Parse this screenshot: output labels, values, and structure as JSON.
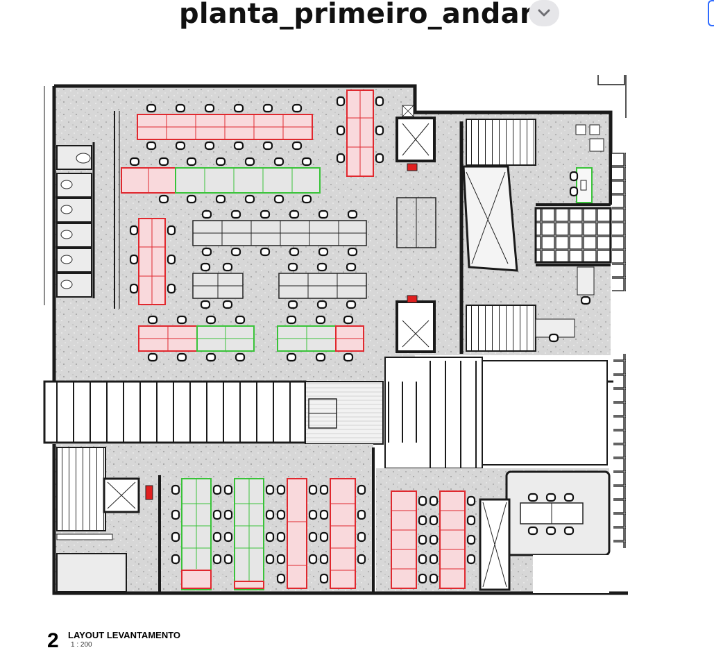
{
  "document": {
    "title": "planta_primeiro_andar"
  },
  "toolbar": {
    "title_menu_icon": "chevron-down-icon",
    "accent_color": "#2f6bff"
  },
  "drawing": {
    "view_number": "2",
    "view_title": "LAYOUT LEVANTAMENTO",
    "scale": "1 : 200",
    "colors": {
      "wall": "#1a1a1a",
      "floor": "#d9d9d9",
      "desk_highlight_red": "#e0282e",
      "desk_fill_red": "#f9d9dc",
      "desk_highlight_green": "#39c339",
      "equipment_red": "#e02020"
    }
  }
}
